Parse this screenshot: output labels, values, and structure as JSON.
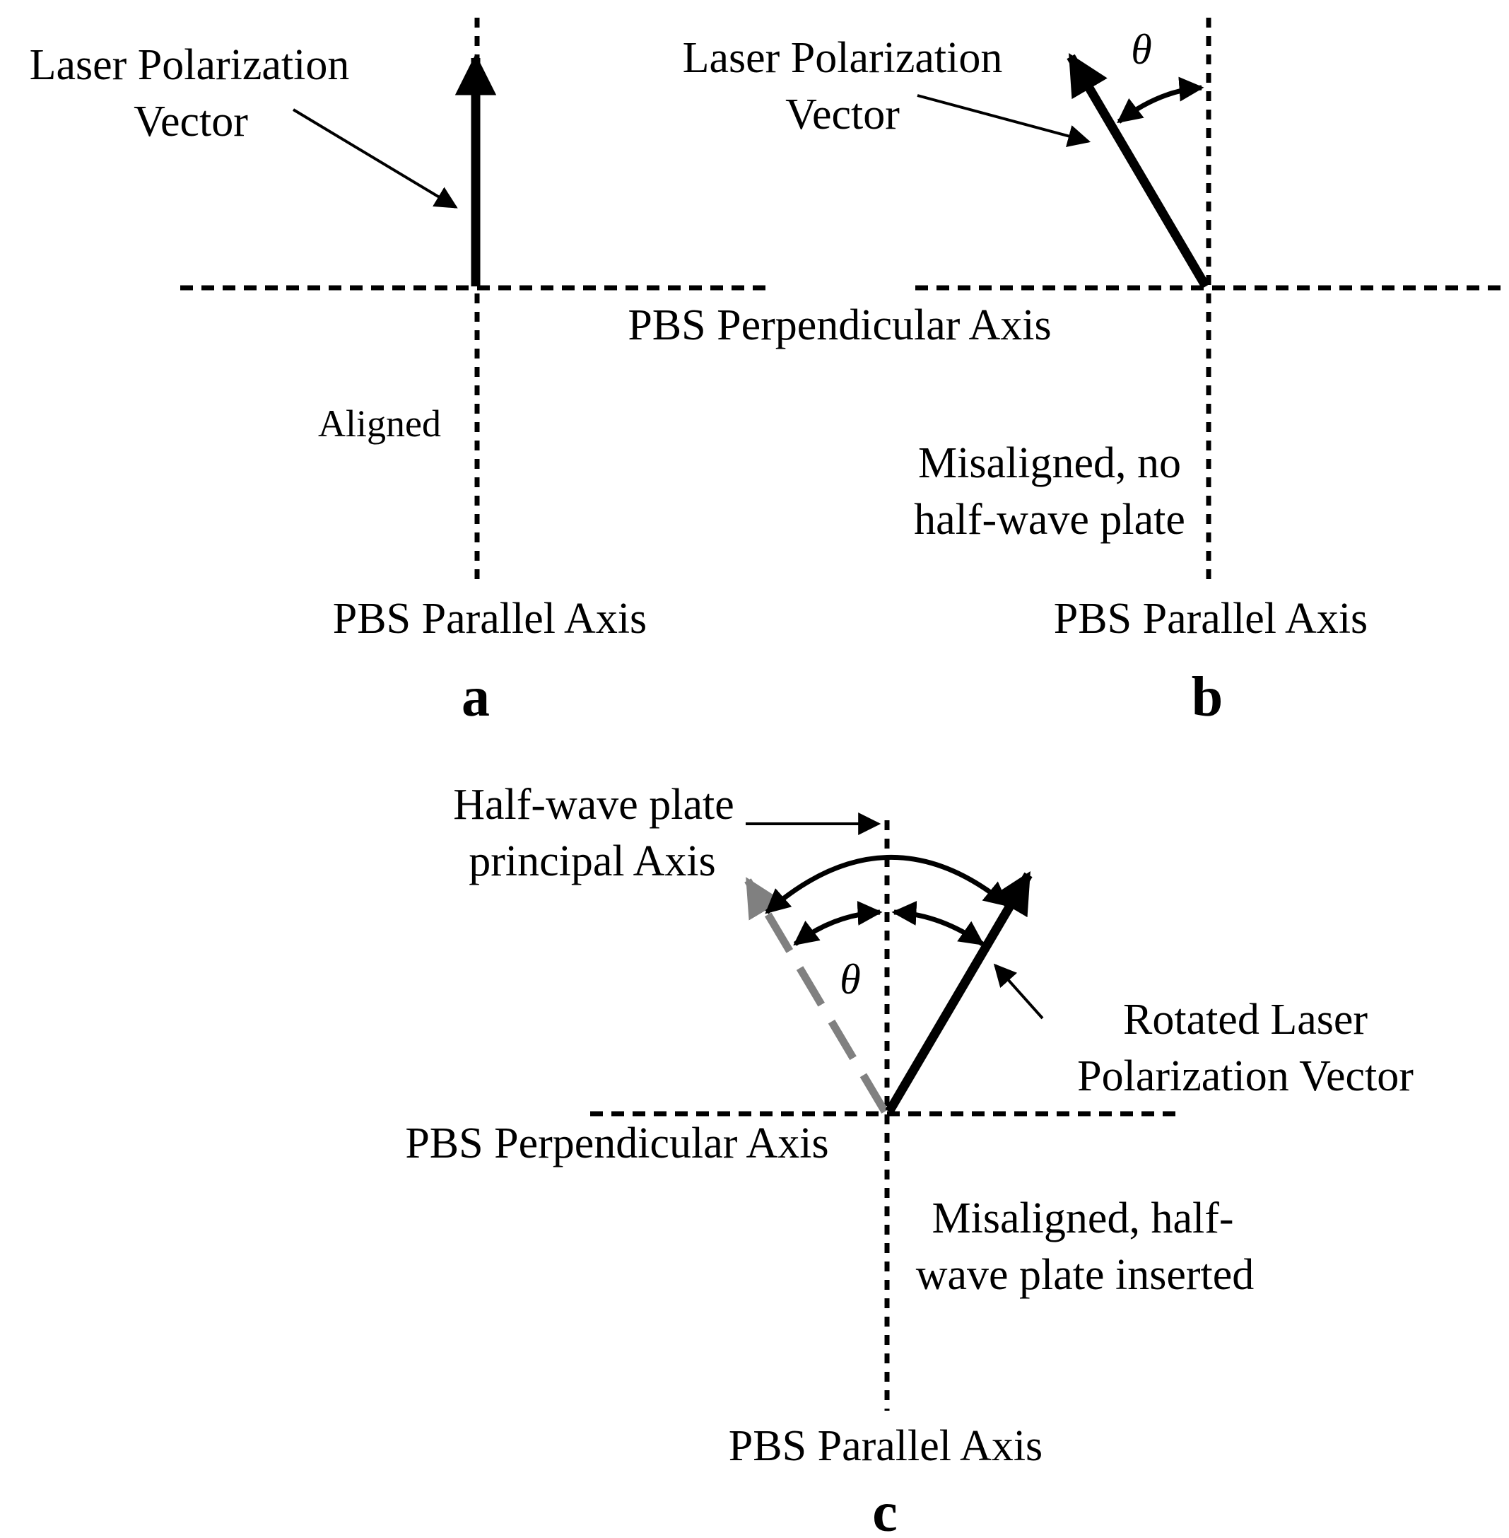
{
  "panel_a": {
    "vector_label_line1": "Laser Polarization",
    "vector_label_line2": "Vector",
    "state_label": "Aligned",
    "parallel_axis_label": "PBS Parallel Axis",
    "panel_letter": "a"
  },
  "shared": {
    "perpendicular_axis_label": "PBS Perpendicular Axis"
  },
  "panel_b": {
    "vector_label_line1": "Laser Polarization",
    "vector_label_line2": "Vector",
    "angle_symbol": "θ",
    "state_label_line1": "Misaligned, no",
    "state_label_line2": "half-wave plate",
    "parallel_axis_label": "PBS Parallel Axis",
    "panel_letter": "b"
  },
  "panel_c": {
    "hwp_label_line1": "Half-wave plate",
    "hwp_label_line2": "principal Axis",
    "angle_symbol": "θ",
    "rotated_label_line1": "Rotated Laser",
    "rotated_label_line2": "Polarization Vector",
    "perpendicular_axis_label": "PBS Perpendicular Axis",
    "state_label_line1": "Misaligned, half-",
    "state_label_line2": "wave plate inserted",
    "parallel_axis_label": "PBS Parallel Axis",
    "panel_letter": "c"
  },
  "colors": {
    "ink": "#000000",
    "original_vector_gray": "#808080"
  }
}
